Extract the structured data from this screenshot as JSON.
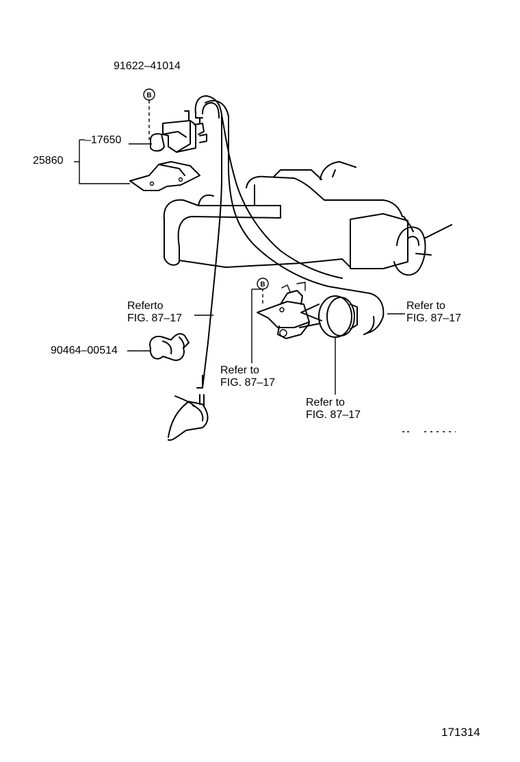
{
  "parts": {
    "bolt": "91622–41014",
    "vsv": "17650",
    "bracket_assy": "25860",
    "clamp": "90464–00514"
  },
  "callouts": {
    "top": "B",
    "bottom": "B"
  },
  "references": {
    "left_line1": "Referto",
    "left_line2": "FIG. 87–17",
    "middle_line1": "Refer to",
    "middle_line2": "FIG. 87–17",
    "lower_line1": "Refer to",
    "lower_line2": "FIG. 87–17",
    "right_line1": "Refer to",
    "right_line2": "FIG. 87–17"
  },
  "diagram_number": "171314"
}
